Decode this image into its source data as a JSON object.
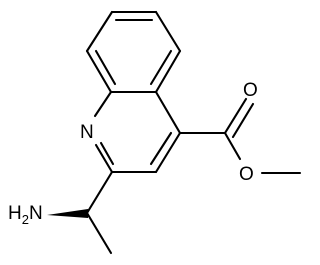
{
  "molecule": {
    "atom_labels": {
      "ring_nitrogen": "N",
      "carbonyl_oxygen": "O",
      "ester_oxygen": "O",
      "amine": "H2N"
    },
    "stereo": "wedge",
    "colors": {
      "bond": "#000000",
      "background": "#ffffff"
    }
  }
}
